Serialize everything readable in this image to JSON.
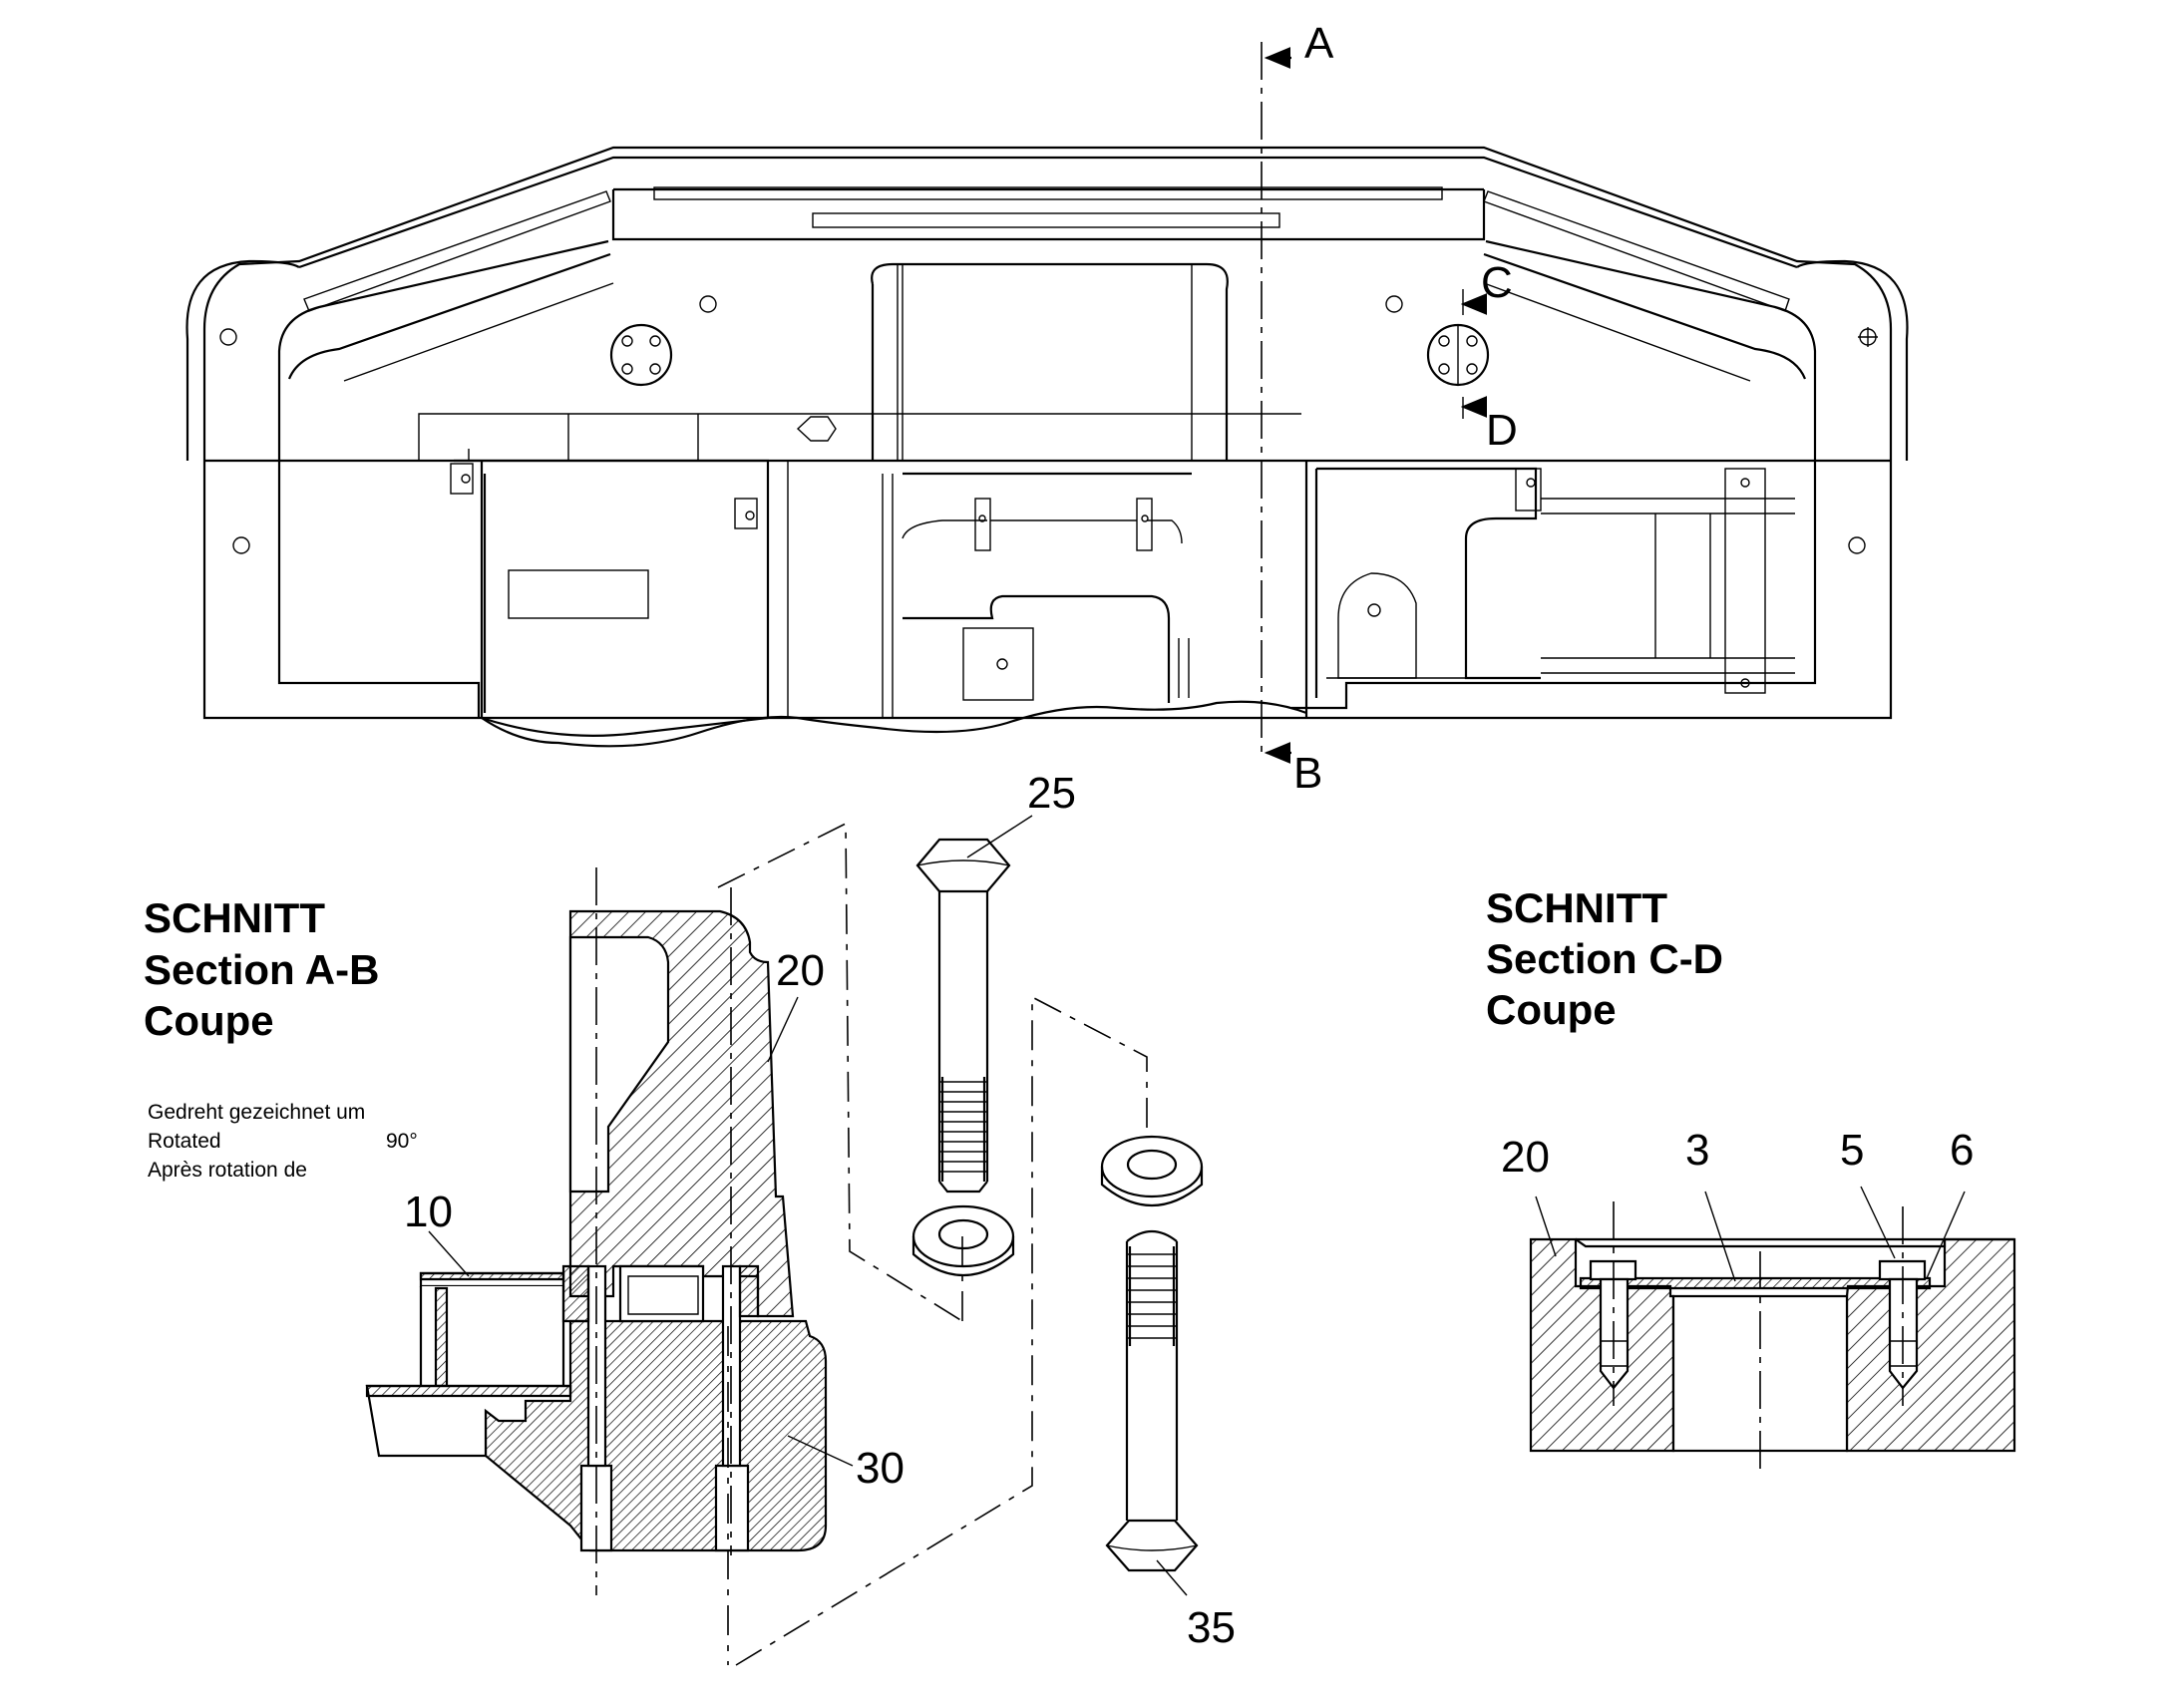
{
  "section_marks": {
    "a": "A",
    "b": "B",
    "c": "C",
    "d": "D"
  },
  "section_ab": {
    "title_line1": "SCHNITT",
    "title_line2": "Section  A-B",
    "title_line3": "Coupe",
    "note_de": "Gedreht gezeichnet um",
    "note_en": "Rotated",
    "note_fr": "Après rotation de",
    "note_angle": "90°"
  },
  "section_cd": {
    "title_line1": "SCHNITT",
    "title_line2": "Section  C-D",
    "title_line3": "Coupe"
  },
  "callouts": {
    "p25": "25",
    "p20": "20",
    "p10": "10",
    "p30": "30",
    "p35": "35",
    "cd20": "20",
    "cd3": "3",
    "cd5": "5",
    "cd6": "6"
  }
}
